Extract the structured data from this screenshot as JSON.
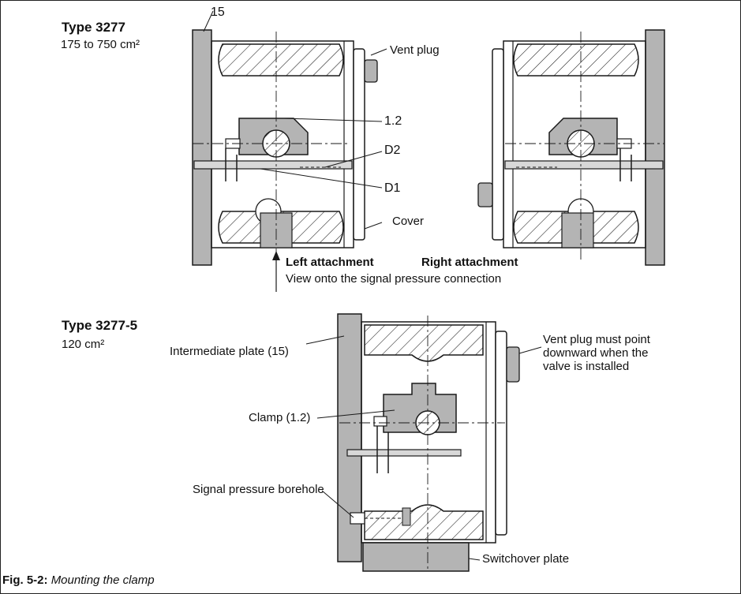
{
  "top_section": {
    "type_title": "Type 3277",
    "area": "175 to 750 cm²",
    "labels": {
      "part_15": "15",
      "vent_plug": "Vent plug",
      "part_1_2": "1.2",
      "d2": "D2",
      "d1": "D1",
      "cover": "Cover",
      "left_attachment": "Left attachment",
      "right_attachment": "Right attachment",
      "view_note": "View onto the signal pressure connection"
    }
  },
  "bottom_section": {
    "type_title": "Type 3277-5",
    "area": "120 cm²",
    "labels": {
      "intermediate_plate": "Intermediate plate (15)",
      "clamp": "Clamp (1.2)",
      "signal_borehole": "Signal pressure borehole",
      "vent_plug_note": "Vent plug must point\ndownward when the\nvalve is installed",
      "switchover_plate": "Switchover plate"
    }
  },
  "caption": {
    "number": "Fig. 5-2:",
    "text": "Mounting the clamp"
  },
  "colors": {
    "line": "#1a1a1a",
    "gray_fill": "#b4b4b4",
    "light_gray": "#d8d8d8"
  }
}
